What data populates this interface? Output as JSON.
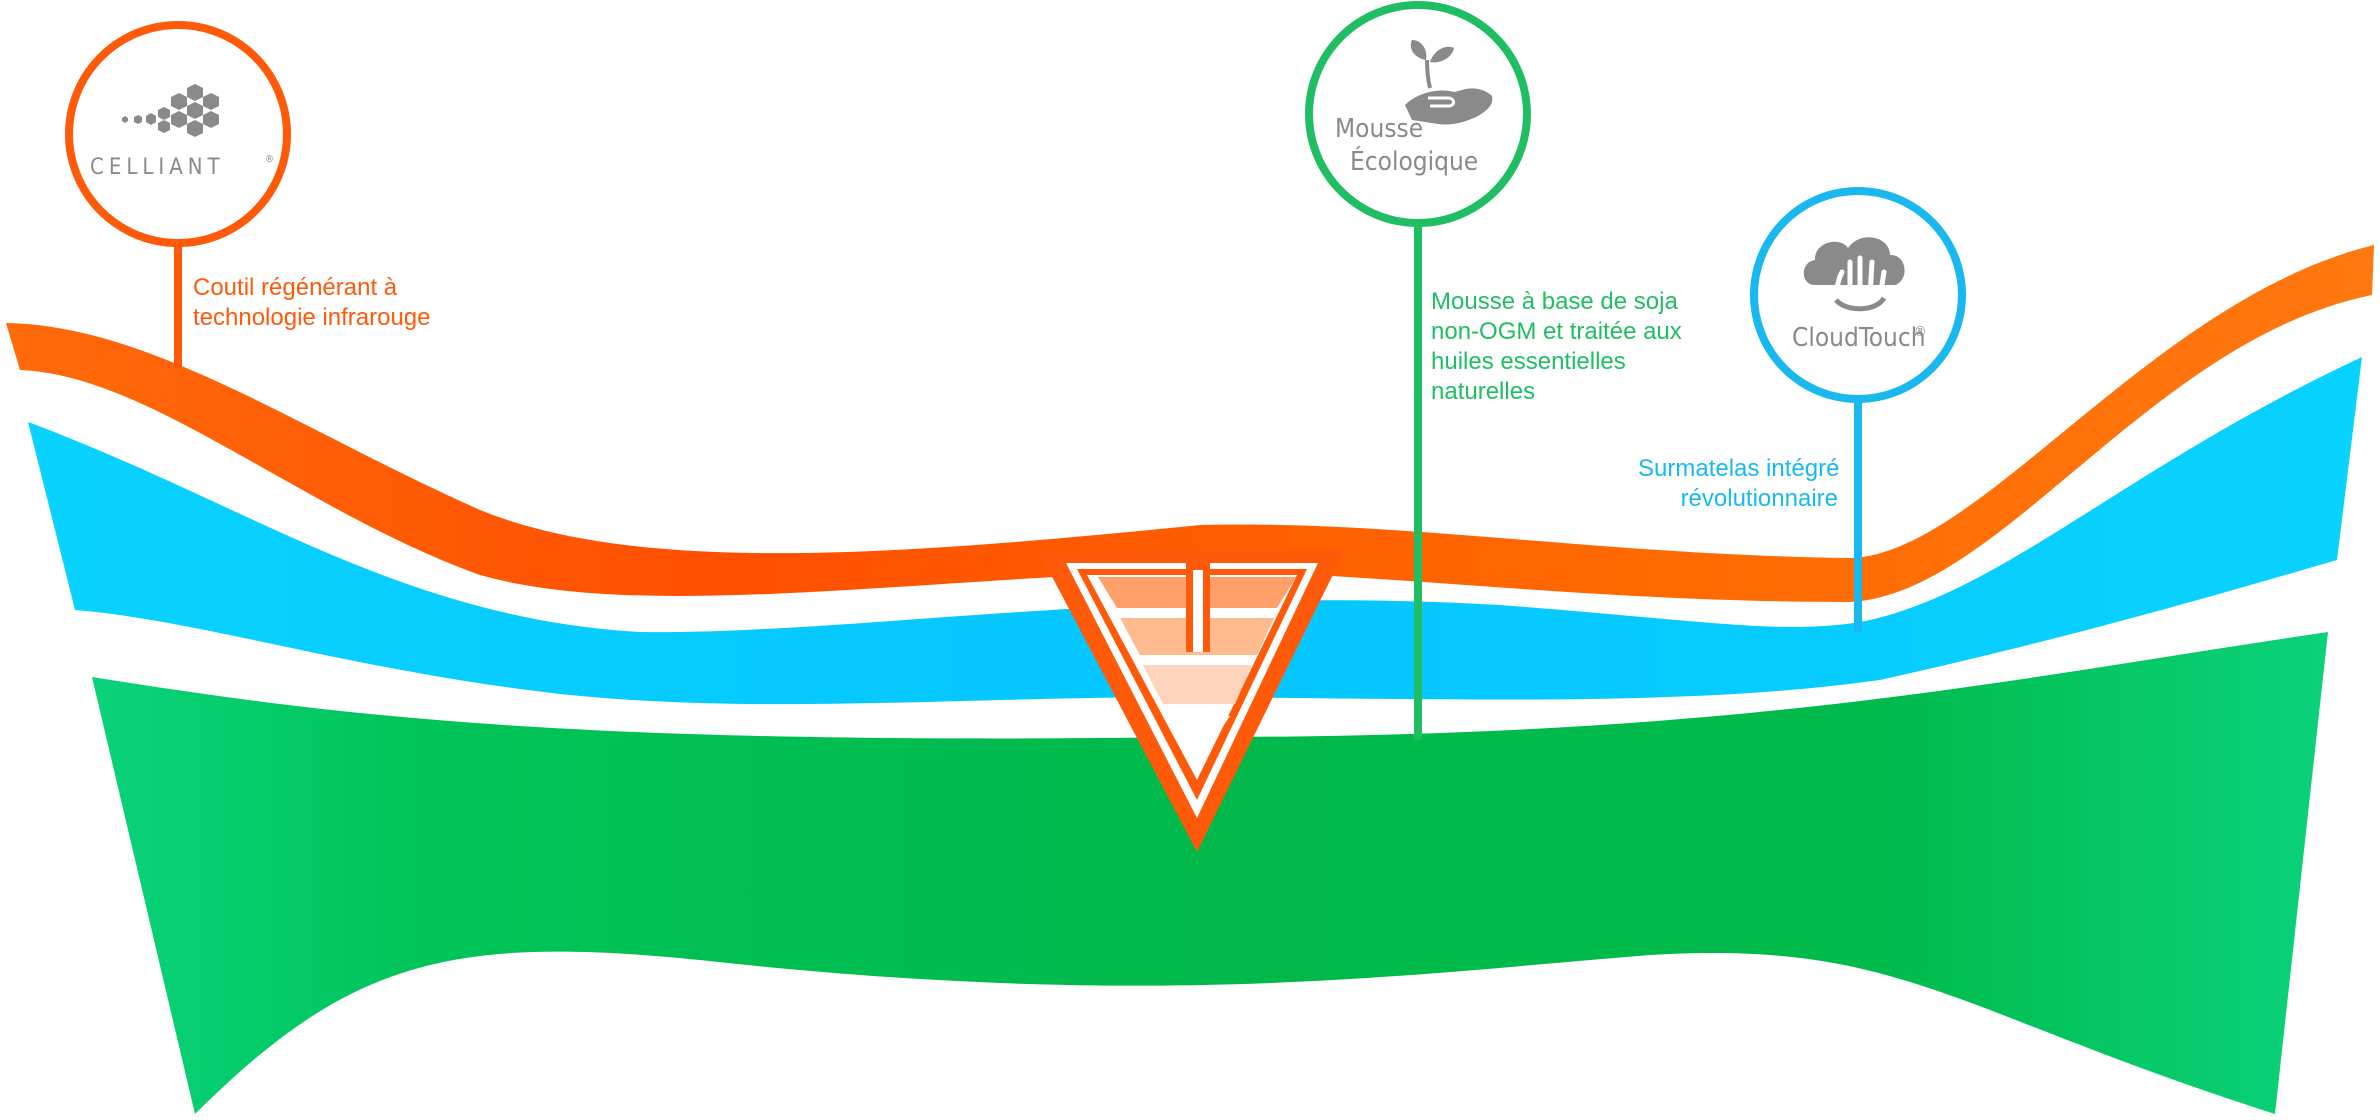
{
  "colors": {
    "orange": "#ff5a0a",
    "orange_light": "#ff7a12",
    "blue": "#0ac8ff",
    "green": "#00c45a",
    "green_label": "#1fbe62",
    "blue_label": "#19b9f0",
    "logo_gray": "#8a8a8a"
  },
  "logos": {
    "celliant": {
      "text": "CELLIANT",
      "mark": "®",
      "icon": "honeycomb-icon"
    },
    "mousse": {
      "line1": "Mousse",
      "line2": "Écologique",
      "icon": "hand-sprout-icon"
    },
    "cloudtouch": {
      "text": "CloudTouch",
      "mark": "®",
      "icon": "cloud-hand-icon"
    }
  },
  "callouts": {
    "celliant": [
      "Coutil régénérant à",
      "technologie infrarouge"
    ],
    "mousse": [
      "Mousse à base de soja",
      "non-OGM et traitée aux",
      "huiles essentielles",
      "naturelles"
    ],
    "cloudtouch": [
      "Surmatelas intégré",
      "révolutionnaire"
    ]
  }
}
